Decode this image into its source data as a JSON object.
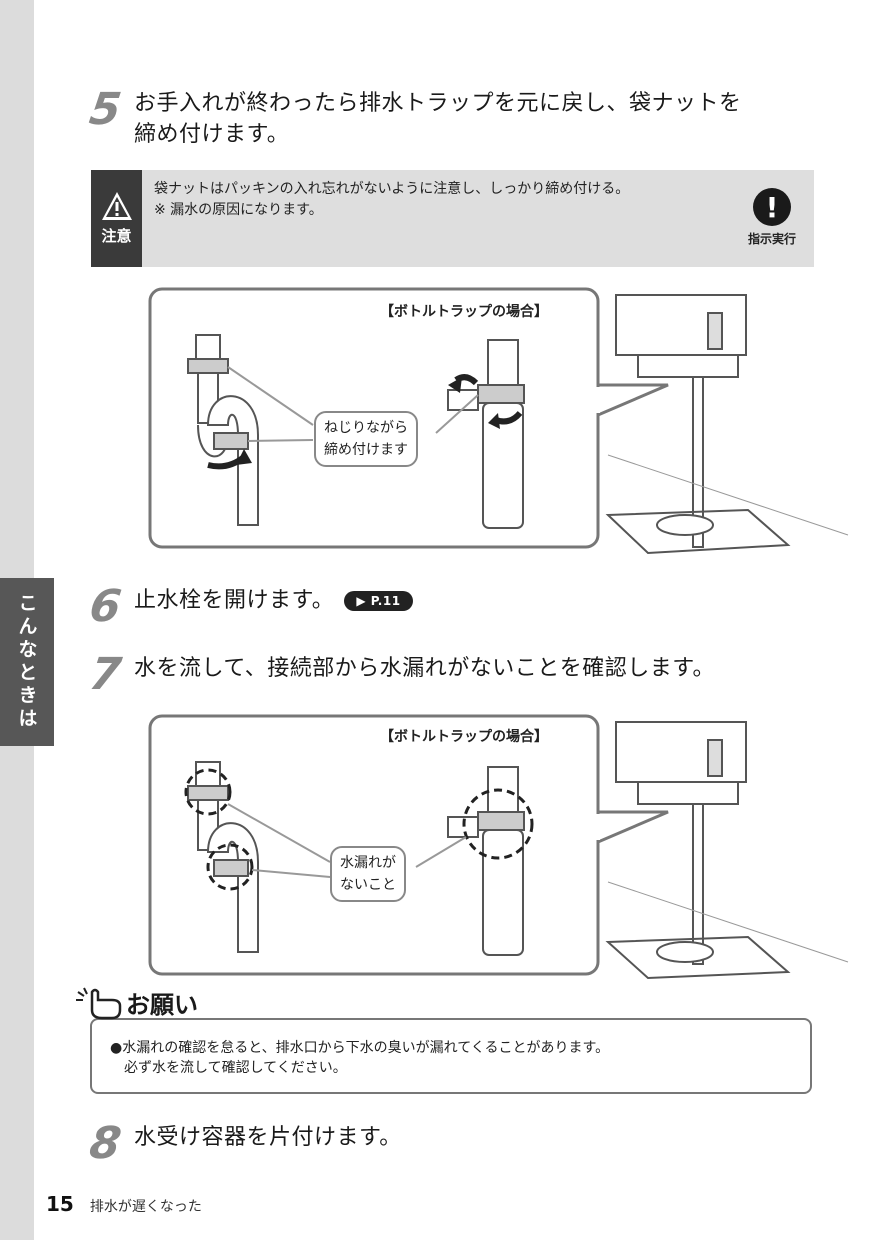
{
  "side_tab": {
    "label": "こんなときは"
  },
  "steps": {
    "s5": {
      "num": "5",
      "line1": "お手入れが終わったら排水トラップを元に戻し、袋ナットを",
      "line2": "締め付けます。"
    },
    "s6": {
      "num": "6",
      "text": "止水栓を開けます。",
      "ref": "▶ P.11"
    },
    "s7": {
      "num": "7",
      "text": "水を流して、接続部から水漏れがないことを確認します。"
    },
    "s8": {
      "num": "8",
      "text": "水受け容器を片付けます。"
    }
  },
  "caution": {
    "label": "注意",
    "line1": "袋ナットはパッキンの入れ忘れがないように注意し、しっかり締め付ける。",
    "line2": "※ 漏水の原因になります。",
    "instruction_label": "指示実行",
    "instruction_symbol": "!"
  },
  "figure1": {
    "caption": "【ボトルトラップの場合】",
    "callout_line1": "ねじりながら",
    "callout_line2": "締め付けます"
  },
  "figure2": {
    "caption": "【ボトルトラップの場合】",
    "callout_line1": "水漏れが",
    "callout_line2": "ないこと"
  },
  "request": {
    "title": "お願い",
    "line1": "●水漏れの確認を怠ると、排水口から下水の臭いが漏れてくることがあります。",
    "line2": "必ず水を流して確認してください。"
  },
  "footer": {
    "page": "15",
    "section": "排水が遅くなった"
  }
}
